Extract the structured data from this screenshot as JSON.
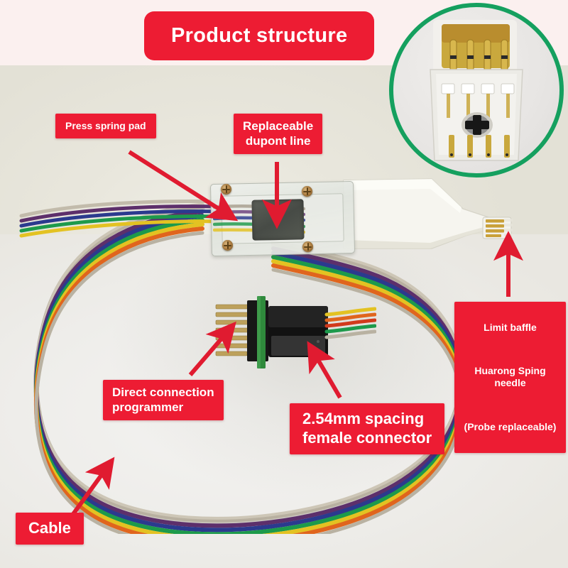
{
  "page": {
    "title_banner": "Product structure",
    "background_color": "#fbf0ef",
    "accent_color": "#ed1c33",
    "inset_ring_color": "#15a05f"
  },
  "callouts": [
    {
      "id": "press-spring-pad",
      "text": "Press spring pad",
      "size": "sm",
      "points_to": "spring pad on clear acrylic body"
    },
    {
      "id": "replaceable-dupont-line",
      "text": "Replaceable\ndupont line",
      "size": "md",
      "points_to": "ribbon wires inside clear body"
    },
    {
      "id": "limit-baffle",
      "line1": "Limit baffle",
      "line2": "Huarong Sping needle",
      "line3": "(Probe replaceable)",
      "size": "sm",
      "points_to": "probe tip pins"
    },
    {
      "id": "direct-connection-programmer",
      "text": "Direct connection\nprogrammer",
      "size": "md",
      "points_to": "gold pin header"
    },
    {
      "id": "female-connector",
      "text": "2.54mm spacing\nfemale connector",
      "size": "lg",
      "points_to": "black female housing"
    },
    {
      "id": "cable",
      "text": "Cable",
      "size": "lg",
      "points_to": "rainbow ribbon cable loop"
    }
  ],
  "photo": {
    "inset_caption": "close-up of spring-needle probe head with 4 gold pogo pins and phillips screw",
    "cable_colors": [
      "#b9b19c",
      "#6b3a7a",
      "#2c3d96",
      "#1c9a4a",
      "#e8c020",
      "#e2621f"
    ],
    "device_parts": [
      "clear acrylic housing with 4 brass screws",
      "white tapered probe handle",
      "gold spring-needle probe tip",
      "black 2.54mm female connector with green PCB",
      "gold male pin header"
    ]
  }
}
